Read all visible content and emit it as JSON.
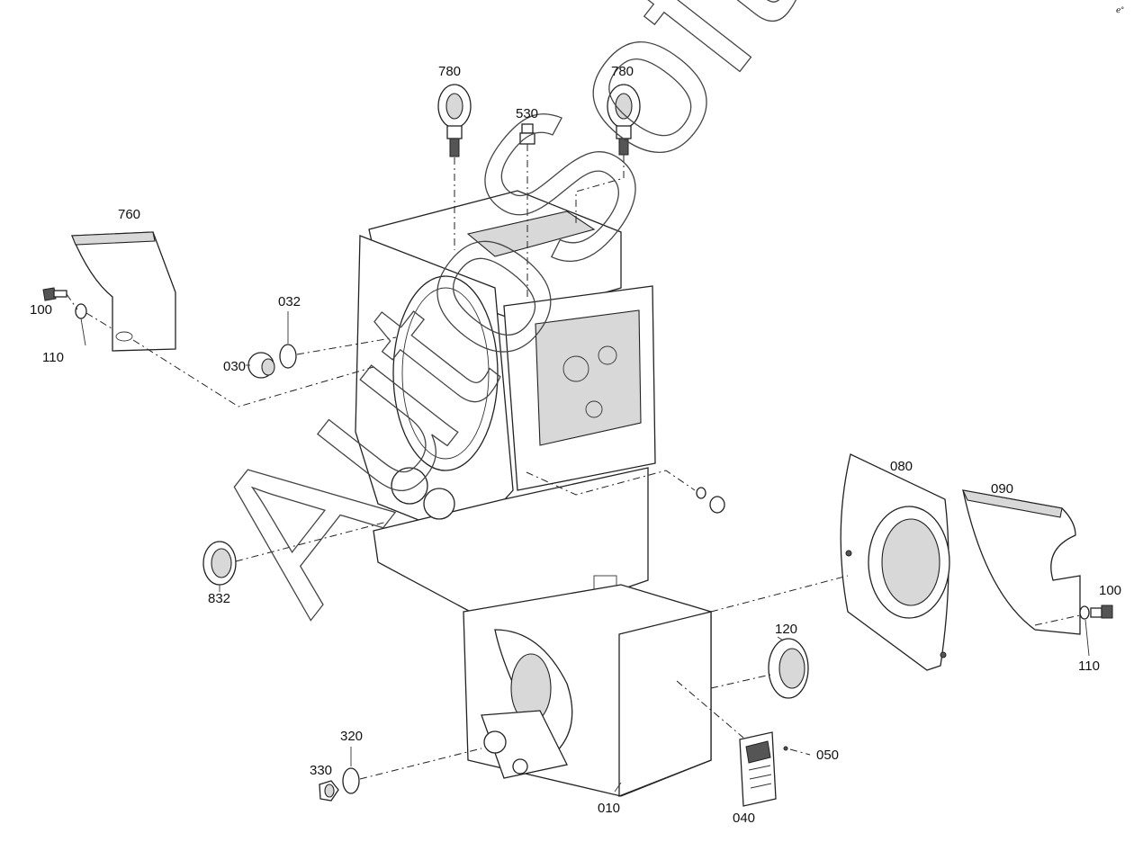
{
  "watermark": "AutoSoft",
  "corner_mark": "ℯ°",
  "labels": {
    "p780a": "780",
    "p780b": "780",
    "p530": "530",
    "p760": "760",
    "p100a": "100",
    "p110a": "110",
    "p032": "032",
    "p030": "030",
    "p832": "832",
    "p080": "080",
    "p090": "090",
    "p100b": "100",
    "p110b": "110",
    "p120": "120",
    "p320": "320",
    "p330": "330",
    "p010": "010",
    "p040": "040",
    "p050": "050"
  }
}
